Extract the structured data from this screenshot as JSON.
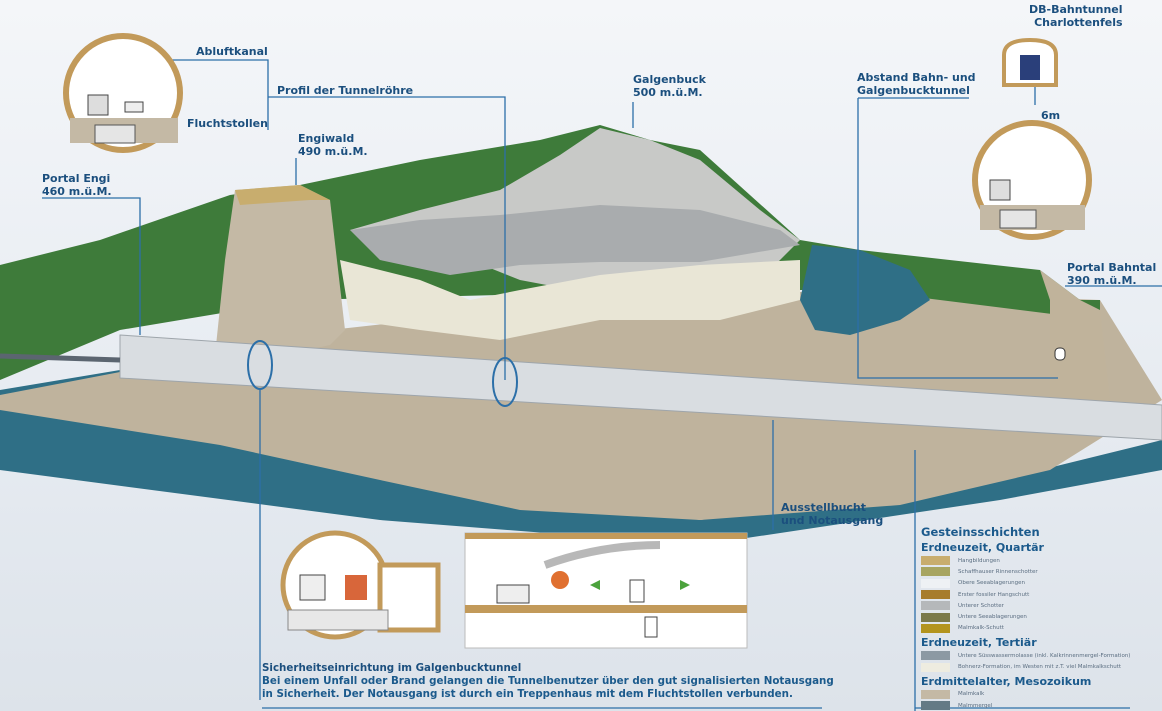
{
  "labels": {
    "abluftkanal": "Abluftkanal",
    "fluchtstollen": "Fluchtstollen",
    "profil": "Profil der Tunnelröhre",
    "portal_engi": [
      "Portal Engi",
      "460 m.ü.M."
    ],
    "engiwald": [
      "Engiwald",
      "490 m.ü.M."
    ],
    "galgenbuck": [
      "Galgenbuck",
      "500 m.ü.M."
    ],
    "db_tunnel": [
      "DB-Bahntunnel",
      "Charlottenfels"
    ],
    "abstand": [
      "Abstand Bahn- und",
      "Galgenbucktunnel"
    ],
    "distance": "6m",
    "portal_bahntal": [
      "Portal Bahntal",
      "390 m.ü.M."
    ],
    "ausstellbucht": [
      "Ausstellbucht",
      "und Notausgang"
    ]
  },
  "legend": {
    "title": "Gesteinsschichten",
    "groups": [
      {
        "name": "Erdneuzeit, Quartär",
        "items": [
          {
            "label": "Hangbildungen",
            "color": "#c8ad6e"
          },
          {
            "label": "Schaffhauser Rinnenschotter",
            "color": "#a7a561"
          },
          {
            "label": "Obere Seeablagerungen",
            "color": "#eef1f4"
          },
          {
            "label": "Erster fossiler Hangschutt",
            "color": "#a77c2c"
          },
          {
            "label": "Unterer Schotter",
            "color": "#b5b8ba"
          },
          {
            "label": "Untere Seeablagerungen",
            "color": "#7b7a4a"
          },
          {
            "label": "Malmkalk-Schutt",
            "color": "#b3941e"
          }
        ]
      },
      {
        "name": "Erdneuzeit, Tertiär",
        "items": [
          {
            "label": "Untere Süsswassermolasse (inkl. Kalkrinnenmergel-Formation)",
            "color": "#8c99a3"
          },
          {
            "label": "Bohnerz-Formation, im Westen mit z.T. viel Malmkalkschutt",
            "color": "#eeece0"
          }
        ]
      },
      {
        "name": "Erdmittelalter, Mesozoikum",
        "items": [
          {
            "label": "Malmkalk",
            "color": "#c4b9a5"
          },
          {
            "label": "Malmmergel",
            "color": "#647a85"
          }
        ]
      }
    ]
  },
  "caption": {
    "title": "Sicherheitseinrichtung im Galgenbucktunnel",
    "line1": "Bei einem Unfall oder Brand gelangen die Tunnelbenutzer über den gut signalisierten Notausgang",
    "line2": "in Sicherheit. Der Notausgang ist durch ein Treppenhaus mit dem Fluchtstollen verbunden."
  },
  "colors": {
    "accent": "#1b5a8c",
    "forest": "#3f7a3a",
    "water": "#2f6f86",
    "rock": "#bfb39d"
  }
}
